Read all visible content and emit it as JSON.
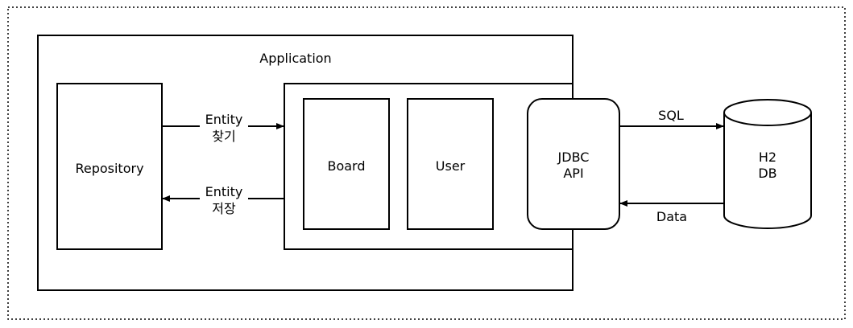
{
  "diagram": {
    "application_label": "Application",
    "repository_label": "Repository",
    "entity_find_line1": "Entity",
    "entity_find_line2": "찾기",
    "entity_save_line1": "Entity",
    "entity_save_line2": "저장",
    "board_label": "Board",
    "user_label": "User",
    "jdbc_line1": "JDBC",
    "jdbc_line2": "API",
    "sql_label": "SQL",
    "data_label": "Data",
    "db_line1": "H2",
    "db_line2": "DB"
  }
}
